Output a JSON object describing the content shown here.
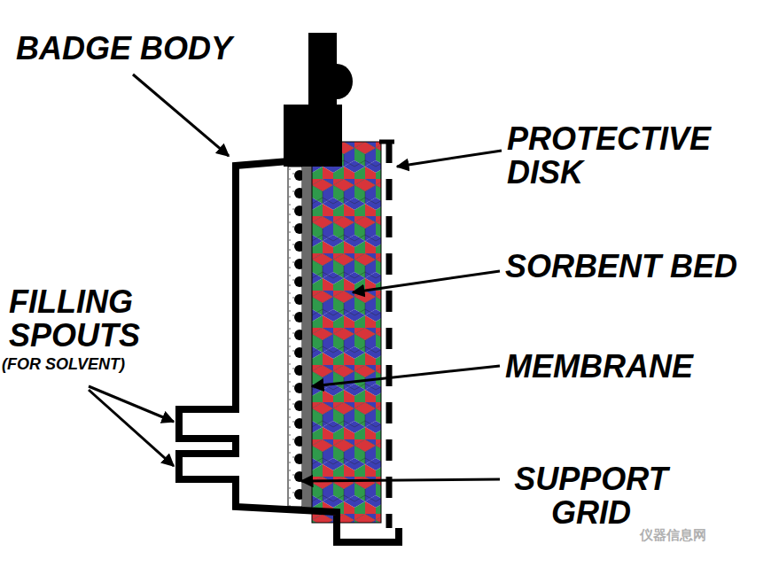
{
  "diagram": {
    "labels": [
      "BADGE BODY",
      "PROTECTIVE DISK",
      "SORBENT BED",
      "MEMBRANE",
      "SUPPORT GRID",
      "FILLING SPOUTS",
      "(FOR SOLVENT)",
      "仪器信息网"
    ]
  }
}
